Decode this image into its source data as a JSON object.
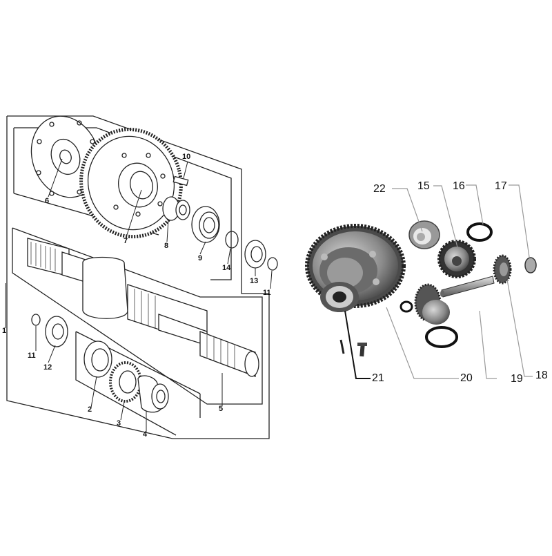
{
  "left_diagram": {
    "callouts": [
      {
        "id": "c1",
        "text": "1"
      },
      {
        "id": "c2",
        "text": "2"
      },
      {
        "id": "c3",
        "text": "3"
      },
      {
        "id": "c4",
        "text": "4"
      },
      {
        "id": "c5",
        "text": "5"
      },
      {
        "id": "c6",
        "text": "6"
      },
      {
        "id": "c7",
        "text": "7"
      },
      {
        "id": "c8",
        "text": "8"
      },
      {
        "id": "c9",
        "text": "9"
      },
      {
        "id": "c10",
        "text": "10"
      },
      {
        "id": "c11a",
        "text": "11"
      },
      {
        "id": "c11b",
        "text": "11"
      },
      {
        "id": "c12",
        "text": "12"
      },
      {
        "id": "c13",
        "text": "13"
      },
      {
        "id": "c14",
        "text": "14"
      }
    ]
  },
  "right_diagram": {
    "callouts": [
      {
        "id": "c15",
        "text": "15"
      },
      {
        "id": "c16",
        "text": "16"
      },
      {
        "id": "c17",
        "text": "17"
      },
      {
        "id": "c18",
        "text": "18"
      },
      {
        "id": "c19",
        "text": "19"
      },
      {
        "id": "c20",
        "text": "20"
      },
      {
        "id": "c21",
        "text": "21"
      },
      {
        "id": "c22",
        "text": "22"
      }
    ]
  },
  "colors": {
    "line": "#222222",
    "metal_dark": "#5a5a5a",
    "metal_mid": "#8c8c8c",
    "metal_light": "#c8c8c8",
    "oring": "#111111"
  }
}
